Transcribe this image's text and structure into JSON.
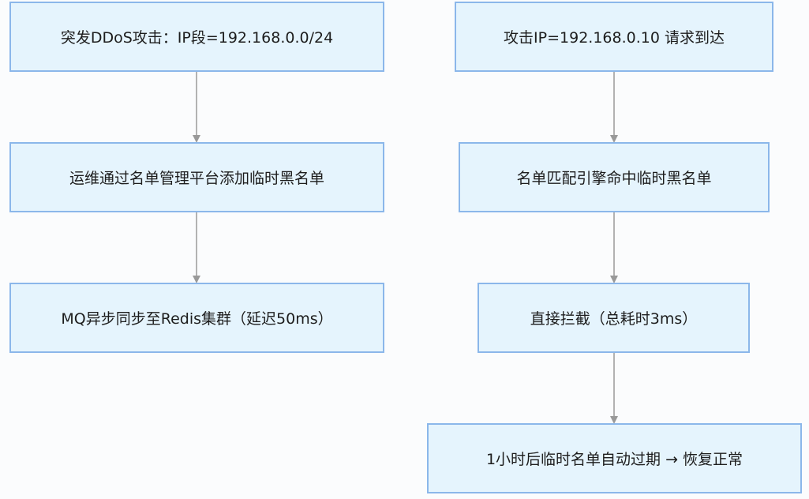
{
  "left_flow": {
    "step1": "突发DDoS攻击：IP段=192.168.0.0/24",
    "step2": "运维通过名单管理平台添加临时黑名单",
    "step3": "MQ异步同步至Redis集群（延迟50ms）"
  },
  "right_flow": {
    "step1": "攻击IP=192.168.0.10 请求到达",
    "step2": "名单匹配引擎命中临时黑名单",
    "step3": "直接拦截（总耗时3ms）",
    "step4": "1小时后临时名单自动过期 → 恢复正常"
  },
  "colors": {
    "node_fill": "#e5f4fd",
    "node_border": "#8bb7ea",
    "edge": "#999999"
  }
}
